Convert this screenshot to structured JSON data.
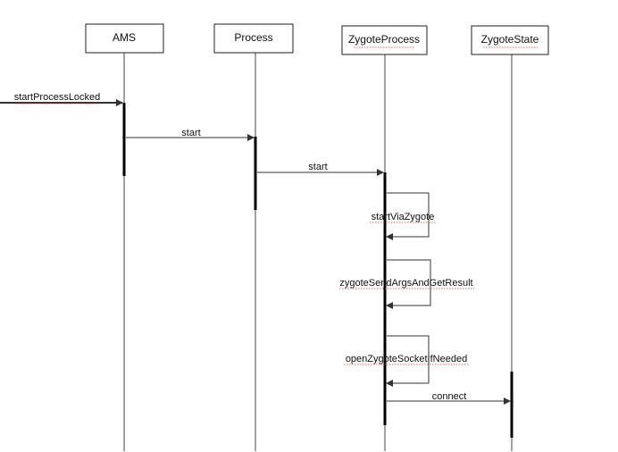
{
  "participants": [
    {
      "id": "ams",
      "label": "AMS"
    },
    {
      "id": "process",
      "label": "Process"
    },
    {
      "id": "zygoteProcess",
      "label": "ZygoteProcess"
    },
    {
      "id": "zygoteState",
      "label": "ZygoteState"
    }
  ],
  "messages": [
    {
      "id": "m0",
      "label": "startProcessLocked"
    },
    {
      "id": "m1",
      "label": "start"
    },
    {
      "id": "m2",
      "label": "start"
    },
    {
      "id": "m3",
      "label": "startViaZygote"
    },
    {
      "id": "m4",
      "label": "zygoteSendArgsAndGetResult"
    },
    {
      "id": "m5",
      "label": "openZygoteSocketIfNeeded"
    },
    {
      "id": "m6",
      "label": "connect"
    }
  ]
}
